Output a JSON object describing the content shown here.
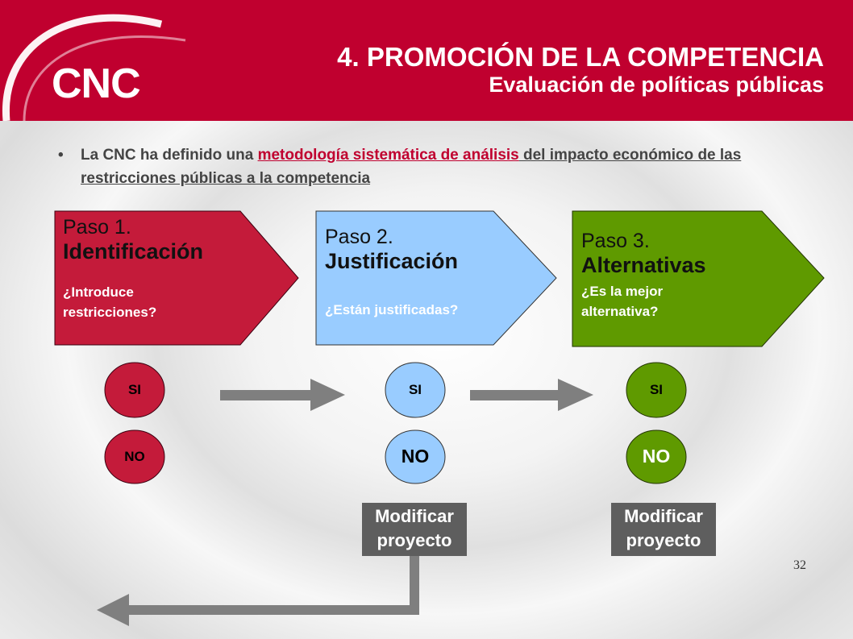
{
  "header": {
    "logo": "CNC",
    "title": "4. PROMOCIÓN DE LA COMPETENCIA",
    "subtitle": "Evaluación de políticas públicas"
  },
  "bullet": {
    "text_before": "La CNC ha definido una ",
    "highlight": "metodología sistemática de análisis",
    "text_after": " del impacto económico de las restricciones públicas a la competencia"
  },
  "steps": [
    {
      "label": "Paso 1.",
      "name": "Identificación",
      "question": "¿Introduce restricciones?",
      "color": "#c41b3a",
      "question_color": "#ffffff",
      "yes": "SI",
      "no": "NO"
    },
    {
      "label": "Paso 2.",
      "name": "Justificación",
      "question": "¿Están justificadas?",
      "color": "#99ccff",
      "question_color": "#ffffff",
      "yes": "SI",
      "no": "NO"
    },
    {
      "label": "Paso 3.",
      "name": "Alternativas",
      "question": "¿Es la mejor alternativa?",
      "color": "#5f9a00",
      "question_color": "#ffffff",
      "yes": "SI",
      "no": "NO"
    }
  ],
  "actions": [
    "Modificar proyecto",
    "Modificar proyecto"
  ],
  "page_number": "32",
  "colors": {
    "brand": "#c0002f",
    "arrow": "#7f7f7f",
    "action_box": "#5e5e5e"
  }
}
